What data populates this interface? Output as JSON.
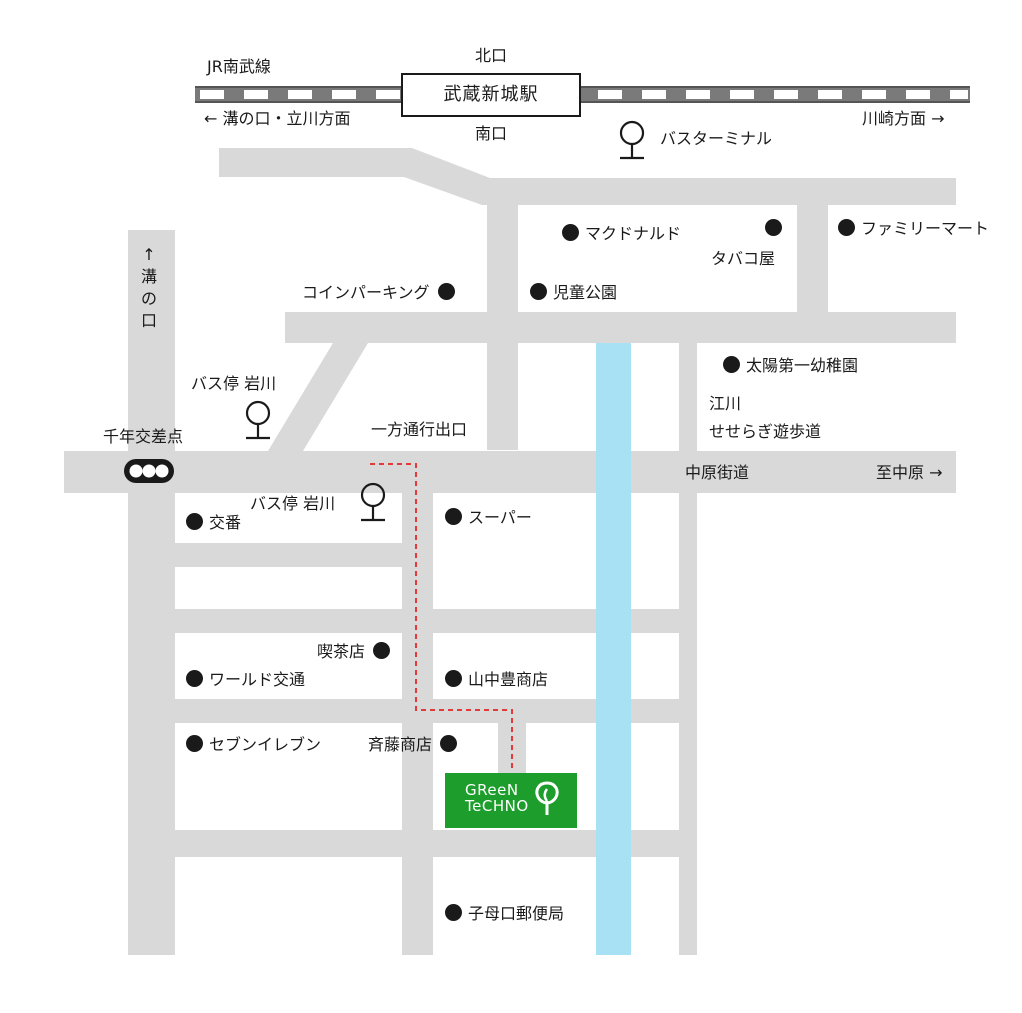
{
  "map": {
    "rail_line": "JR南武線",
    "station": "武蔵新城駅",
    "north_exit": "北口",
    "south_exit": "南口",
    "direction_left": "← 溝の口・立川方面",
    "direction_right": "川崎方面 →",
    "bus_terminal": "バスターミナル",
    "mizonokuchi_vertical": [
      "↑",
      "溝",
      "の",
      "口"
    ],
    "places": {
      "mcdonalds": "マクドナルド",
      "tobacco": "タバコ屋",
      "familymart": "ファミリーマート",
      "coin_parking": "コインパーキング",
      "park": "児童公園",
      "kindergarten": "太陽第一幼稚園",
      "promenade_line1": "江川",
      "promenade_line2": "せせらぎ遊歩道",
      "bus_stop_north": "バス停 岩川",
      "bus_stop_south": "バス停 岩川",
      "one_way_exit": "一方通行出口",
      "intersection": "千年交差点",
      "main_road": "中原街道",
      "to_nakahara": "至中原 →",
      "police_box": "交番",
      "supermarket": "スーパー",
      "cafe": "喫茶店",
      "world_travel": "ワールド交通",
      "yamanaka": "山中豊商店",
      "seven_eleven": "セブンイレブン",
      "saito": "斉藤商店",
      "post_office": "子母口郵便局"
    },
    "logo": {
      "line1": "GReeN",
      "line2": "TeCHNO"
    },
    "colors": {
      "road": "#d9d9d9",
      "river": "#a8e0f4",
      "route": "#e23a3a",
      "logo_bg": "#1d9e2c",
      "rail_dark": "#7a7a7a"
    }
  }
}
